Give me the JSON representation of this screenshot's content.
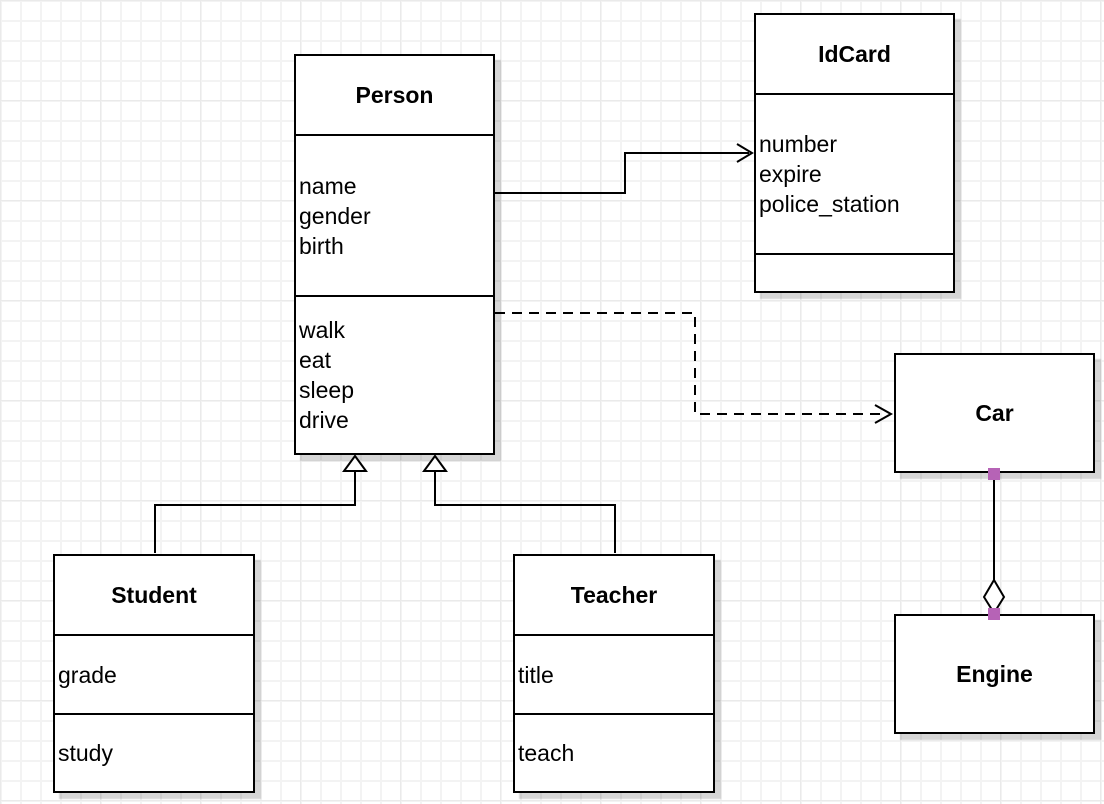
{
  "diagram": {
    "kind": "uml-class-diagram",
    "classes": {
      "person": {
        "name": "Person",
        "attributes": [
          "name",
          "gender",
          "birth"
        ],
        "methods": [
          "walk",
          "eat",
          "sleep",
          "drive"
        ]
      },
      "idcard": {
        "name": "IdCard",
        "attributes": [
          "number",
          "expire",
          "police_station"
        ],
        "methods": []
      },
      "car": {
        "name": "Car",
        "attributes": [],
        "methods": []
      },
      "engine": {
        "name": "Engine",
        "attributes": [],
        "methods": []
      },
      "student": {
        "name": "Student",
        "attributes": [
          "grade"
        ],
        "methods": [
          "study"
        ]
      },
      "teacher": {
        "name": "Teacher",
        "attributes": [
          "title"
        ],
        "methods": [
          "teach"
        ]
      }
    },
    "relationships": [
      {
        "type": "association",
        "from": "Person",
        "to": "IdCard",
        "line": "solid",
        "arrowhead": "open-arrow"
      },
      {
        "type": "dependency",
        "from": "Person",
        "to": "Car",
        "line": "dashed",
        "arrowhead": "open-arrow"
      },
      {
        "type": "generalization",
        "from": "Student",
        "to": "Person",
        "line": "solid",
        "arrowhead": "hollow-triangle"
      },
      {
        "type": "generalization",
        "from": "Teacher",
        "to": "Person",
        "line": "solid",
        "arrowhead": "hollow-triangle"
      },
      {
        "type": "aggregation",
        "from": "Car",
        "to": "Engine",
        "line": "solid",
        "diamond_at": "Engine",
        "endpoint_markers": "fixed-connection-handles"
      }
    ],
    "colors": {
      "shape_fill": "#ffffff",
      "shape_stroke": "#000000",
      "edge_stroke": "#000000",
      "connection_handle": "#b663b6",
      "grid_minor": "#f3f3f3",
      "grid_major": "#eaeaea",
      "shadow": "rgba(0,0,0,0.16)"
    }
  }
}
